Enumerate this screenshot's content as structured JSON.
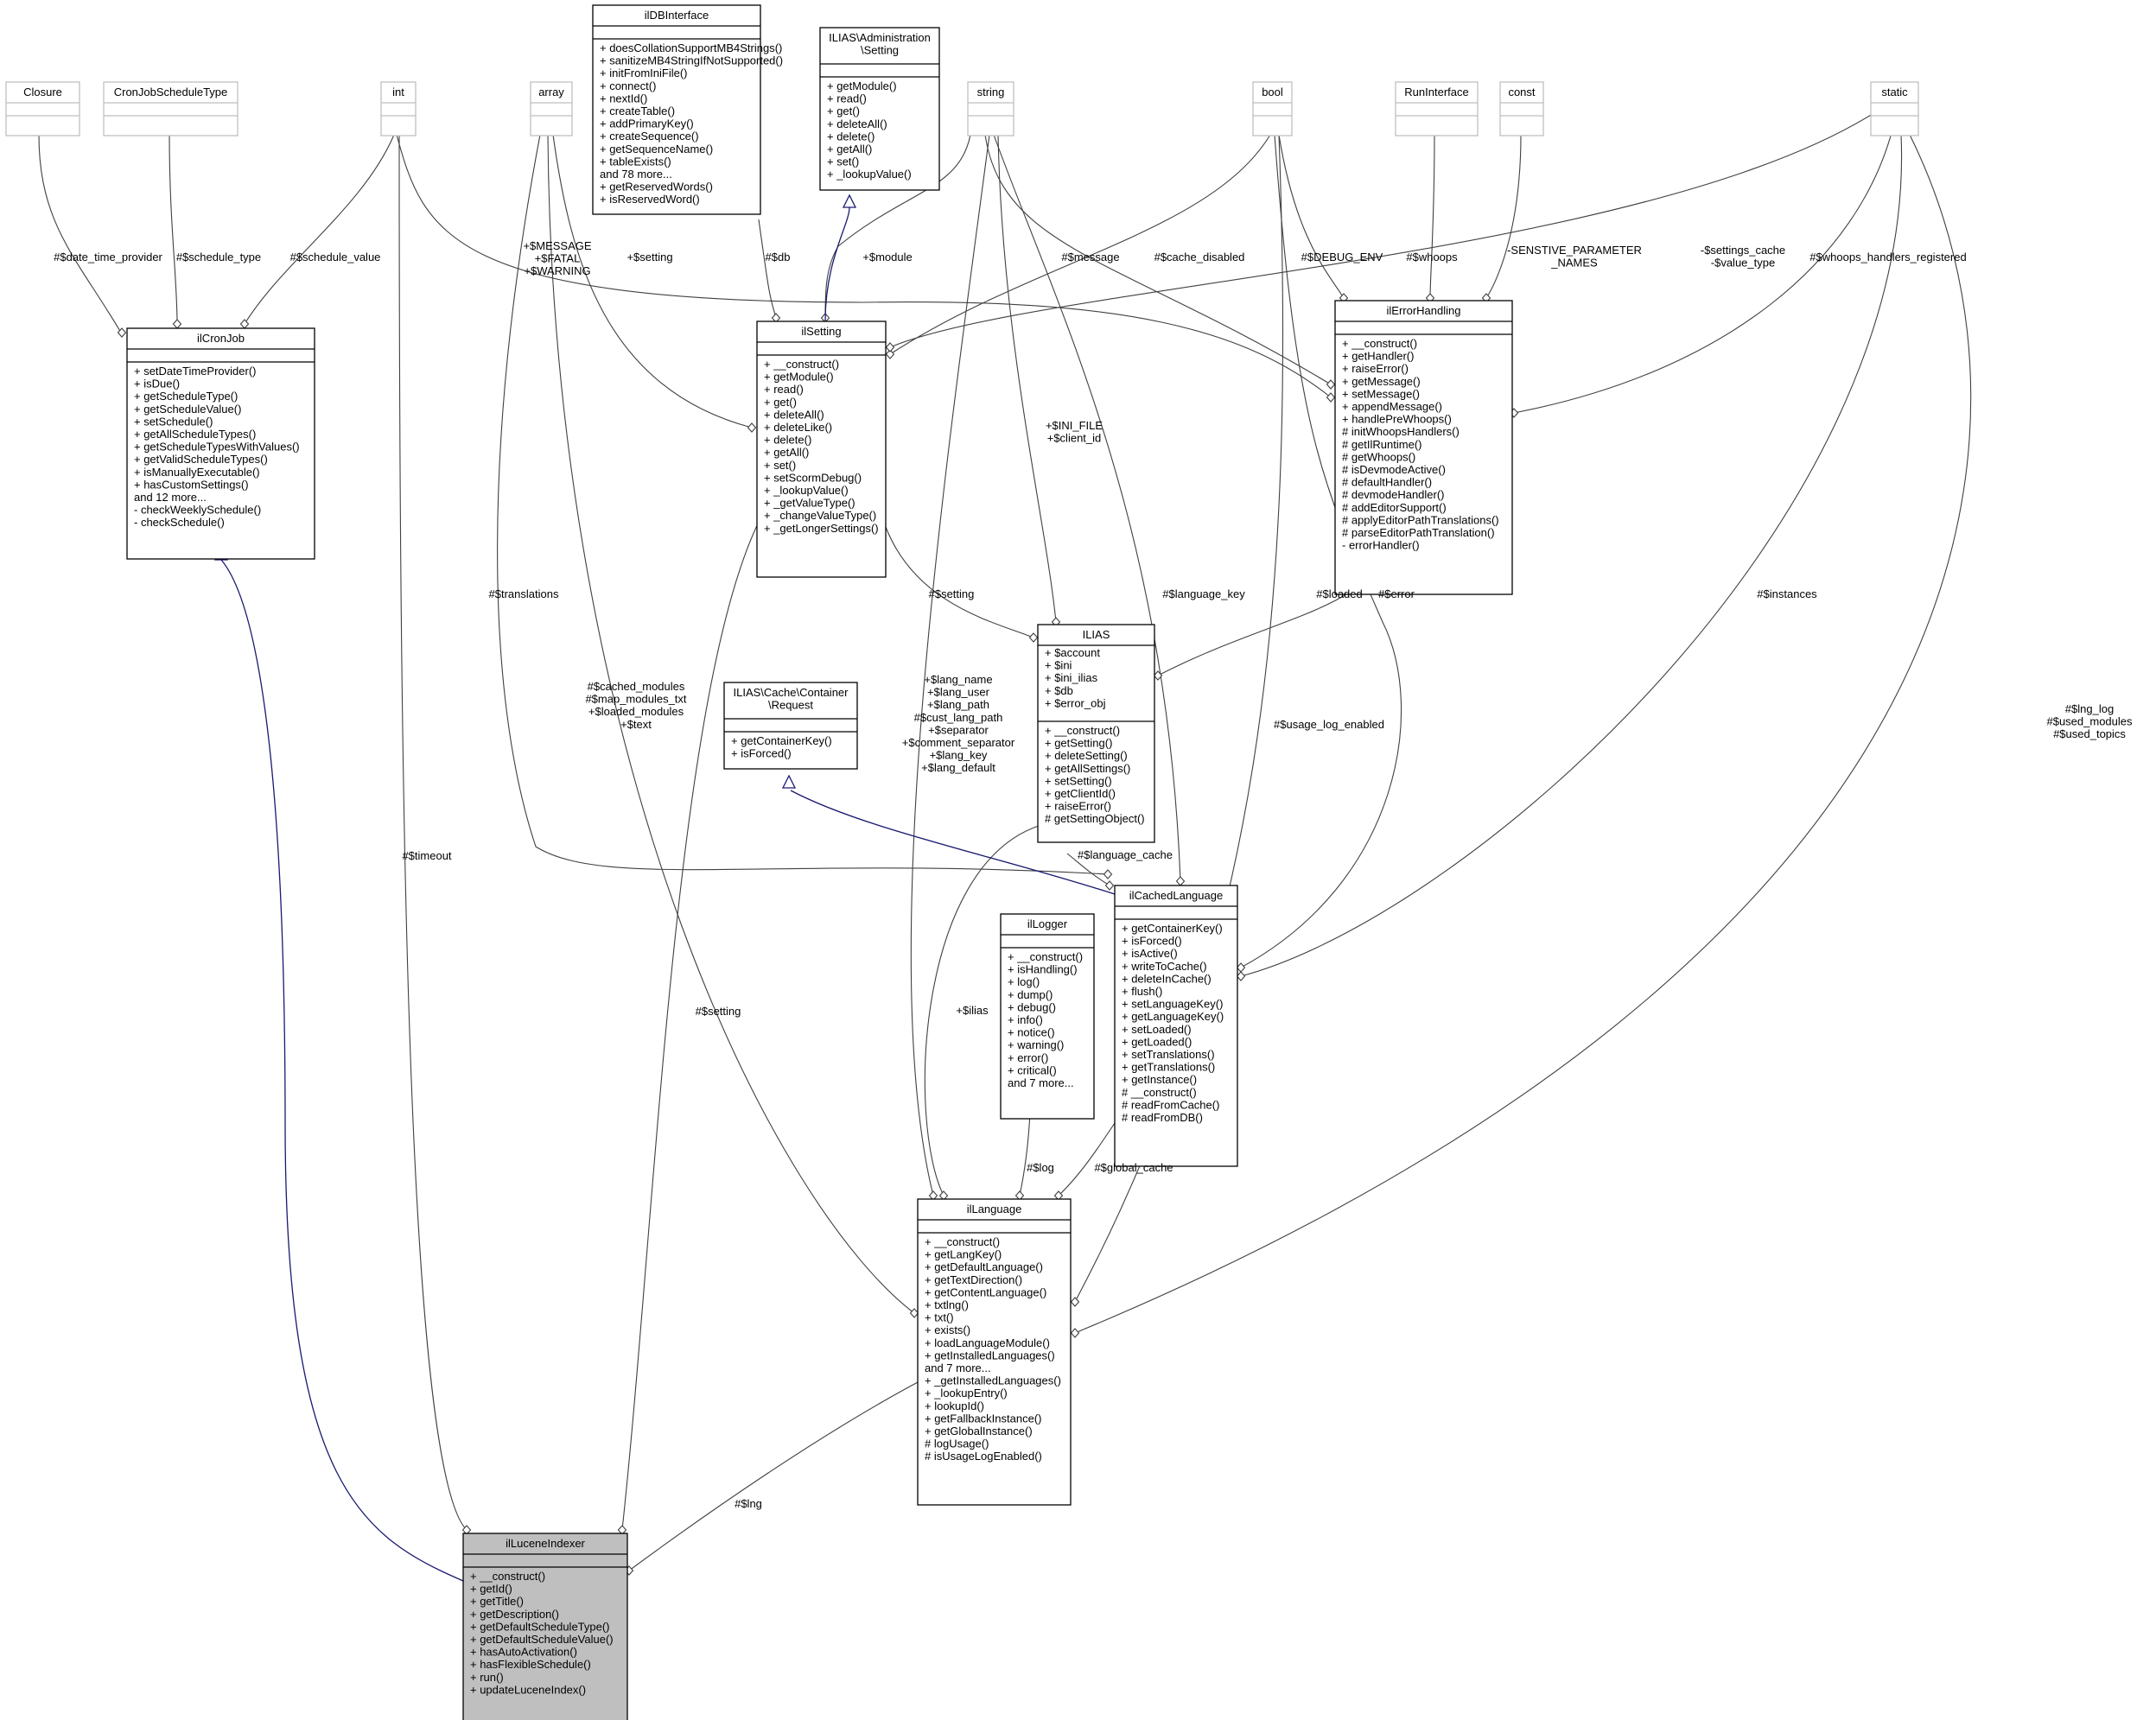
{
  "colors": {
    "border_main": "#000000",
    "border_type": "#bfbfbf",
    "highlight_fill": "#bfbfbf",
    "inherit_edge": "#191970",
    "assoc_edge": "#404040"
  },
  "classes": {
    "closure": {
      "title": [
        "Closure"
      ],
      "attrs": [],
      "ops": []
    },
    "cronjobscheduletype": {
      "title": [
        "CronJobScheduleType"
      ],
      "attrs": [],
      "ops": []
    },
    "int": {
      "title": [
        "int"
      ],
      "attrs": [],
      "ops": []
    },
    "array": {
      "title": [
        "array"
      ],
      "attrs": [],
      "ops": []
    },
    "string": {
      "title": [
        "string"
      ],
      "attrs": [],
      "ops": []
    },
    "bool": {
      "title": [
        "bool"
      ],
      "attrs": [],
      "ops": []
    },
    "runinterface": {
      "title": [
        "RunInterface"
      ],
      "attrs": [],
      "ops": []
    },
    "const": {
      "title": [
        "const"
      ],
      "attrs": [],
      "ops": []
    },
    "static": {
      "title": [
        "static"
      ],
      "attrs": [],
      "ops": []
    },
    "ildbinterface": {
      "title": [
        "ilDBInterface"
      ],
      "attrs": [],
      "ops": [
        "+ doesCollationSupportMB4Strings()",
        "+ sanitizeMB4StringIfNotSupported()",
        "+ initFromIniFile()",
        "+ connect()",
        "+ nextId()",
        "+ createTable()",
        "+ addPrimaryKey()",
        "+ createSequence()",
        "+ getSequenceName()",
        "+ tableExists()",
        "and 78 more...",
        "+ getReservedWords()",
        "+ isReservedWord()"
      ]
    },
    "adminsetting": {
      "title": [
        "ILIAS\\Administration",
        "\\Setting"
      ],
      "attrs": [],
      "ops": [
        "+ getModule()",
        "+ read()",
        "+ get()",
        "+ deleteAll()",
        "+ delete()",
        "+ getAll()",
        "+ set()",
        "+ _lookupValue()"
      ]
    },
    "ilcronjob": {
      "title": [
        "ilCronJob"
      ],
      "attrs": [],
      "ops": [
        "+ setDateTimeProvider()",
        "+ isDue()",
        "+ getScheduleType()",
        "+ getScheduleValue()",
        "+ setSchedule()",
        "+ getAllScheduleTypes()",
        "+ getScheduleTypesWithValues()",
        "+ getValidScheduleTypes()",
        "+ isManuallyExecutable()",
        "+ hasCustomSettings()",
        "and 12 more...",
        "- checkWeeklySchedule()",
        "- checkSchedule()"
      ]
    },
    "ilsetting": {
      "title": [
        "ilSetting"
      ],
      "attrs": [],
      "ops": [
        "+ __construct()",
        "+ getModule()",
        "+ read()",
        "+ get()",
        "+ deleteAll()",
        "+ deleteLike()",
        "+ delete()",
        "+ getAll()",
        "+ set()",
        "+ setScormDebug()",
        "+ _lookupValue()",
        "+ _getValueType()",
        "+ _changeValueType()",
        "+ _getLongerSettings()"
      ]
    },
    "ilerrorhandling": {
      "title": [
        "ilErrorHandling"
      ],
      "attrs": [],
      "ops": [
        "+ __construct()",
        "+ getHandler()",
        "+ raiseError()",
        "+ getMessage()",
        "+ setMessage()",
        "+ appendMessage()",
        "+ handlePreWhoops()",
        "# initWhoopsHandlers()",
        "# getIlRuntime()",
        "# getWhoops()",
        "# isDevmodeActive()",
        "# defaultHandler()",
        "# devmodeHandler()",
        "# addEditorSupport()",
        "# applyEditorPathTranslations()",
        "# parseEditorPathTranslation()",
        "- errorHandler()"
      ]
    },
    "ilias": {
      "title": [
        "ILIAS"
      ],
      "attrs": [
        "+ $account",
        "+ $ini",
        "+ $ini_ilias",
        "+ $db",
        "+ $error_obj"
      ],
      "ops": [
        "+ __construct()",
        "+ getSetting()",
        "+ deleteSetting()",
        "+ getAllSettings()",
        "+ setSetting()",
        "+ getClientId()",
        "+ raiseError()",
        "# getSettingObject()"
      ]
    },
    "cacherequest": {
      "title": [
        "ILIAS\\Cache\\Container",
        "\\Request"
      ],
      "attrs": [],
      "ops": [
        "+ getContainerKey()",
        "+ isForced()"
      ]
    },
    "ilcachedlanguage": {
      "title": [
        "ilCachedLanguage"
      ],
      "attrs": [],
      "ops": [
        "+ getContainerKey()",
        "+ isForced()",
        "+ isActive()",
        "+ writeToCache()",
        "+ deleteInCache()",
        "+ flush()",
        "+ setLanguageKey()",
        "+ getLanguageKey()",
        "+ setLoaded()",
        "+ getLoaded()",
        "+ setTranslations()",
        "+ getTranslations()",
        "+ getInstance()",
        "# __construct()",
        "# readFromCache()",
        "# readFromDB()"
      ]
    },
    "illogger": {
      "title": [
        "ilLogger"
      ],
      "attrs": [],
      "ops": [
        "+ __construct()",
        "+ isHandling()",
        "+ log()",
        "+ dump()",
        "+ debug()",
        "+ info()",
        "+ notice()",
        "+ warning()",
        "+ error()",
        "+ critical()",
        "and 7 more..."
      ]
    },
    "illanguage": {
      "title": [
        "ilLanguage"
      ],
      "attrs": [],
      "ops": [
        "+ __construct()",
        "+ getLangKey()",
        "+ getDefaultLanguage()",
        "+ getTextDirection()",
        "+ getContentLanguage()",
        "+ txtlng()",
        "+ txt()",
        "+ exists()",
        "+ loadLanguageModule()",
        "+ getInstalledLanguages()",
        "and 7 more...",
        "+ _getInstalledLanguages()",
        "+ _lookupEntry()",
        "+ lookupId()",
        "+ getFallbackInstance()",
        "+ getGlobalInstance()",
        "# logUsage()",
        "# isUsageLogEnabled()"
      ]
    },
    "illuceneindexer": {
      "title": [
        "ilLuceneIndexer"
      ],
      "attrs": [],
      "ops": [
        "+ __construct()",
        "+ getId()",
        "+ getTitle()",
        "+ getDescription()",
        "+ getDefaultScheduleType()",
        "+ getDefaultScheduleValue()",
        "+ hasAutoActivation()",
        "+ hasFlexibleSchedule()",
        "+ run()",
        "+ updateLuceneIndex()"
      ]
    }
  },
  "edge_labels": {
    "date_time_provider": [
      "#$date_time_provider"
    ],
    "schedule_type": [
      "#$schedule_type"
    ],
    "schedule_value": [
      "#$schedule_value"
    ],
    "message_fatal": [
      "+$MESSAGE",
      "+$FATAL",
      "+$WARNING"
    ],
    "setting_arr": [
      "+$setting"
    ],
    "db": [
      "#$db"
    ],
    "module": [
      "+$module"
    ],
    "message": [
      "#$message"
    ],
    "cache_disabled": [
      "#$cache_disabled"
    ],
    "debug_env": [
      "#$DEBUG_ENV"
    ],
    "whoops": [
      "#$whoops"
    ],
    "sensitive": [
      "-SENSTIVE_PARAMETER",
      "_NAMES"
    ],
    "settings_cache": [
      "-$settings_cache",
      "-$value_type"
    ],
    "whoops_handlers": [
      "#$whoops_handlers_registered"
    ],
    "ini_file": [
      "+$INI_FILE",
      "+$client_id"
    ],
    "setting_ilias": [
      "#$setting"
    ],
    "language_key": [
      "#$language_key"
    ],
    "loaded": [
      "#$loaded"
    ],
    "error": [
      "#$error"
    ],
    "instances": [
      "#$instances"
    ],
    "translations": [
      "#$translations"
    ],
    "cached_modules": [
      "#$cached_modules",
      "#$map_modules_txt",
      "+$loaded_modules",
      "+$text"
    ],
    "lang_fields": [
      "+$lang_name",
      "+$lang_user",
      "+$lang_path",
      "#$cust_lang_path",
      "+$separator",
      "+$comment_separator",
      "+$lang_key",
      "+$lang_default"
    ],
    "usage_log_enabled": [
      "#$usage_log_enabled"
    ],
    "lng_log": [
      "#$lng_log",
      "#$used_modules",
      "#$used_topics"
    ],
    "timeout": [
      "#$timeout"
    ],
    "setting_lucene": [
      "#$setting"
    ],
    "ilias_ref": [
      "+$ilias"
    ],
    "language_cache": [
      "#$language_cache"
    ],
    "log": [
      "#$log"
    ],
    "global_cache": [
      "#$global_cache"
    ],
    "lng": [
      "#$lng"
    ]
  }
}
